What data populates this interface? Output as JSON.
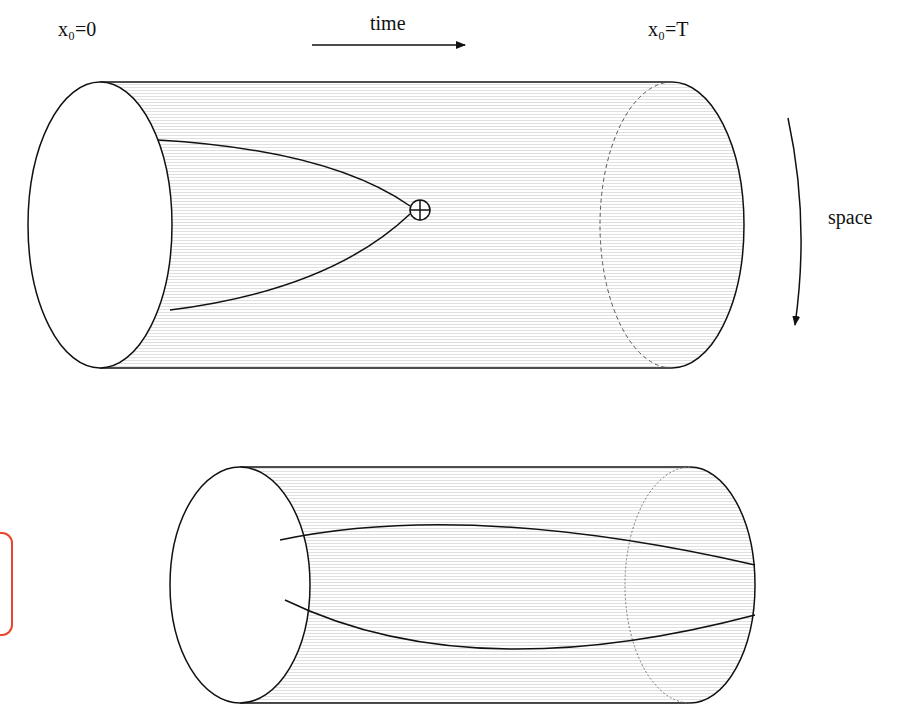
{
  "diagram": {
    "labels": [
      "x₀=0",
      "time",
      "x₀=T",
      "space"
    ]
  }
}
